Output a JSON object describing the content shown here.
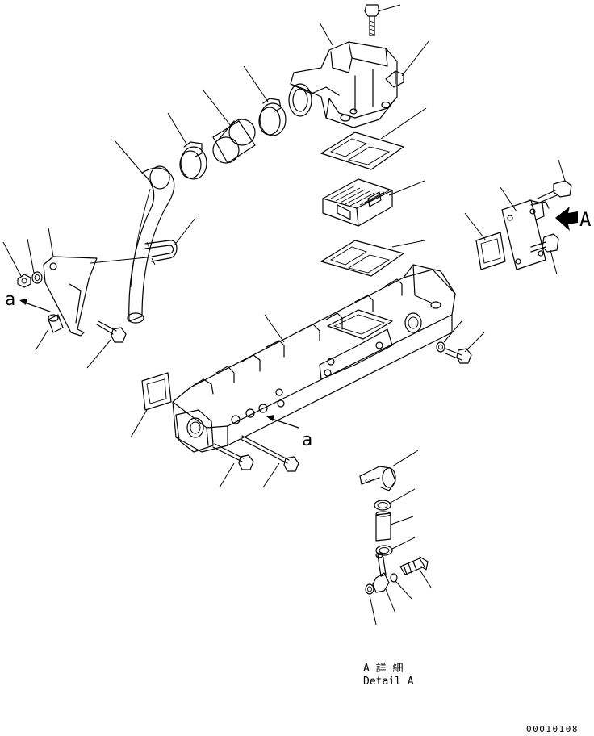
{
  "view_labels": {
    "arrow_a_letter": "A",
    "arrow_small_a_left": "a",
    "arrow_small_a_right": "a"
  },
  "detail_caption": {
    "japanese": "A 詳 細",
    "english": "Detail A"
  },
  "drawing_number": "00010108"
}
